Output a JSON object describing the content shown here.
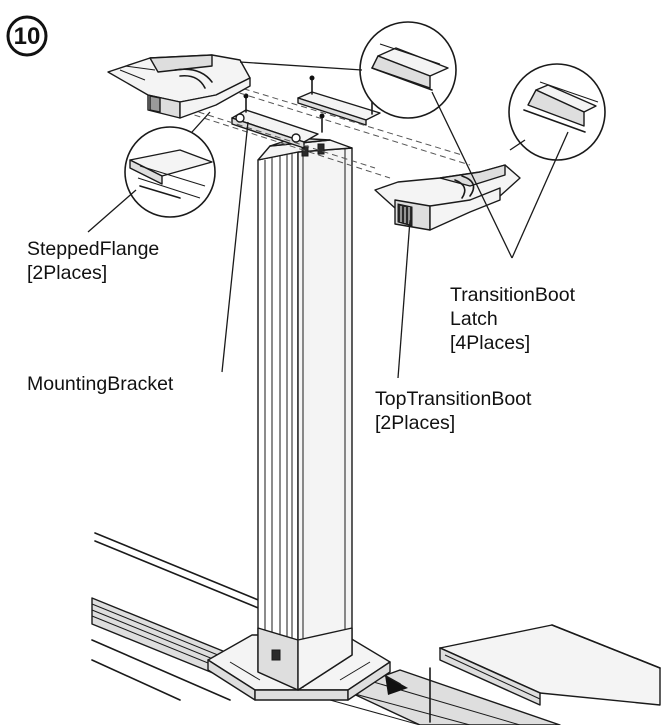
{
  "step_number": "10",
  "labels": {
    "stepped_flange": "SteppedFlange",
    "stepped_flange_count": "[2Places]",
    "mounting_bracket": "MountingBracket",
    "transition_boot_latch_line1": "TransitionBoot",
    "transition_boot_latch_line2": "Latch",
    "transition_boot_latch_count": "[4Places]",
    "top_transition_boot": "TopTransitionBoot",
    "top_transition_boot_count": "[2Places]"
  }
}
